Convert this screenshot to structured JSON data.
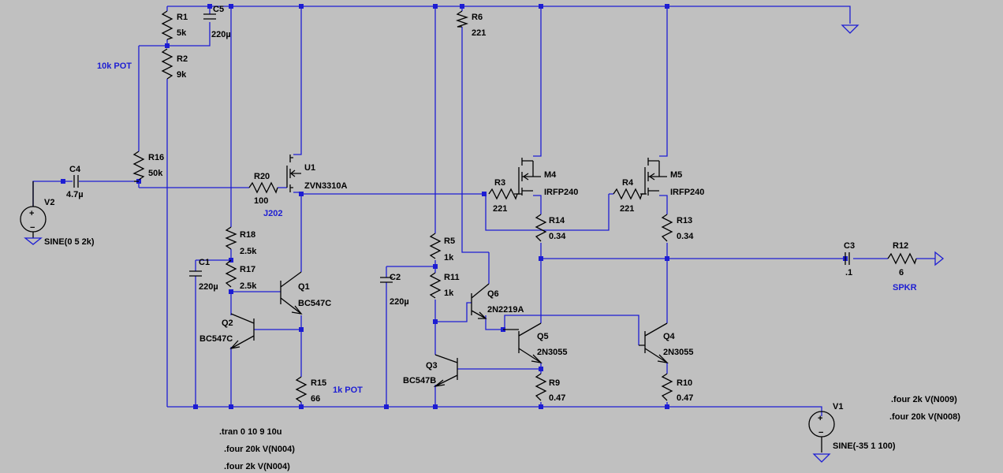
{
  "components": {
    "R1": {
      "name": "R1",
      "value": "5k"
    },
    "R2": {
      "name": "R2",
      "value": "9k"
    },
    "R3": {
      "name": "R3",
      "value": "221"
    },
    "R4": {
      "name": "R4",
      "value": "221"
    },
    "R5": {
      "name": "R5",
      "value": "1k"
    },
    "R6": {
      "name": "R6",
      "value": "221"
    },
    "R9": {
      "name": "R9",
      "value": "0.47"
    },
    "R10": {
      "name": "R10",
      "value": "0.47"
    },
    "R11": {
      "name": "R11",
      "value": "1k"
    },
    "R12": {
      "name": "R12",
      "value": "6"
    },
    "R13": {
      "name": "R13",
      "value": "0.34"
    },
    "R14": {
      "name": "R14",
      "value": "0.34"
    },
    "R15": {
      "name": "R15",
      "value": "66"
    },
    "R16": {
      "name": "R16",
      "value": "50k"
    },
    "R17": {
      "name": "R17",
      "value": "2.5k"
    },
    "R18": {
      "name": "R18",
      "value": "2.5k"
    },
    "R20": {
      "name": "R20",
      "value": "100"
    },
    "C1": {
      "name": "C1",
      "value": "220µ"
    },
    "C2": {
      "name": "C2",
      "value": "220µ"
    },
    "C3": {
      "name": "C3",
      "value": ".1"
    },
    "C4": {
      "name": "C4",
      "value": "4.7µ"
    },
    "C5": {
      "name": "C5",
      "value": "220µ"
    },
    "Q1": {
      "name": "Q1",
      "value": "BC547C"
    },
    "Q2": {
      "name": "Q2",
      "value": "BC547C"
    },
    "Q3": {
      "name": "Q3",
      "value": "BC547B"
    },
    "Q4": {
      "name": "Q4",
      "value": "2N3055"
    },
    "Q5": {
      "name": "Q5",
      "value": "2N3055"
    },
    "Q6": {
      "name": "Q6",
      "value": "2N2219A"
    },
    "M4": {
      "name": "M4",
      "value": "IRFP240"
    },
    "M5": {
      "name": "M5",
      "value": "IRFP240"
    },
    "U1": {
      "name": "U1",
      "value": "ZVN3310A"
    },
    "V1": {
      "name": "V1",
      "value": "SINE(-35 1 100)"
    },
    "V2": {
      "name": "V2",
      "value": "SINE(0 5 2k)"
    }
  },
  "notes": {
    "pot10k": "10k POT",
    "j202": "J202",
    "pot1k": "1k POT",
    "spkr": "SPKR"
  },
  "directives": [
    ".tran 0 10 9 10u",
    ".four 20k V(N004)",
    ".four 2k V(N004)",
    ".four 2k V(N009)",
    ".four 20k V(N008)"
  ],
  "colors": {
    "background": "#c0c0c0",
    "wire": "#1d1dd3",
    "component": "#000000"
  }
}
